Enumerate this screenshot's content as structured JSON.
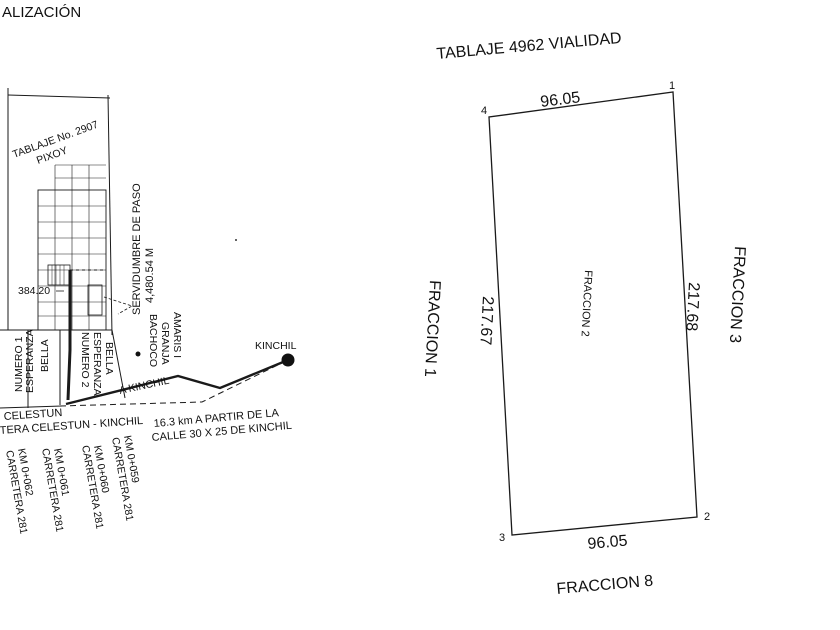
{
  "location_map": {
    "header": "ALIZACIÓN",
    "tablaje_pixoy": "TABLAJE No. 2907",
    "pixoy": "PIXOY",
    "servidumbre": "SERVIDUMBRE DE PASO",
    "servidumbre_length": "4,480.54 M",
    "measure_384": "384.20",
    "bachoco": "BACHOCO",
    "granja": "GRANJA",
    "amaris": "AMARIS I",
    "kinchil": "KINCHIL",
    "a_kinchil": "A KINCHIL",
    "bella_esperanza_1": [
      "BELLA",
      "ESPERANZA",
      "NUMERO 1"
    ],
    "bella_esperanza_2": [
      "BELLA",
      "ESPERANZA",
      "NUMERO 2"
    ],
    "celestun": "CELESTUN",
    "carretera_celestun_kinchil": "TERA CELESTUN - KINCHIL",
    "distance_note": [
      "16.3 km A PARTIR DE LA",
      "CALLE 30 X 25 DE KINCHIL"
    ],
    "km_labels": [
      [
        "KM 0+062",
        "CARRETERA 281"
      ],
      [
        "KM 0+061",
        "CARRETERA 281"
      ],
      [
        "KM 0+060",
        "CARRETERA 281"
      ],
      [
        "KM 0+059",
        "CARRETERA 281"
      ]
    ]
  },
  "parcel_plan": {
    "north_label": "TABLAJE 4962 VIALIDAD",
    "south_label": "FRACCION 8",
    "west_label": "FRACCION 1",
    "east_label": "FRACCION 3",
    "center_label": "FRACCION 2",
    "side_top": "96.05",
    "side_bottom": "96.05",
    "side_left": "217.67",
    "side_right": "217.68",
    "vertices": [
      "1",
      "2",
      "3",
      "4"
    ]
  }
}
